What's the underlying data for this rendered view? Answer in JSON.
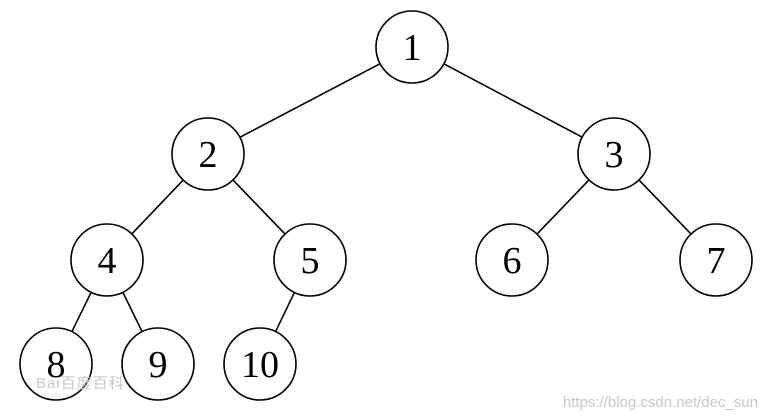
{
  "tree": {
    "nodes": [
      {
        "id": 1,
        "label": "1"
      },
      {
        "id": 2,
        "label": "2"
      },
      {
        "id": 3,
        "label": "3"
      },
      {
        "id": 4,
        "label": "4"
      },
      {
        "id": 5,
        "label": "5"
      },
      {
        "id": 6,
        "label": "6"
      },
      {
        "id": 7,
        "label": "7"
      },
      {
        "id": 8,
        "label": "8"
      },
      {
        "id": 9,
        "label": "9"
      },
      {
        "id": 10,
        "label": "10"
      }
    ],
    "edges": [
      {
        "from": 1,
        "to": 2
      },
      {
        "from": 1,
        "to": 3
      },
      {
        "from": 2,
        "to": 4
      },
      {
        "from": 2,
        "to": 5
      },
      {
        "from": 3,
        "to": 6
      },
      {
        "from": 3,
        "to": 7
      },
      {
        "from": 4,
        "to": 8
      },
      {
        "from": 4,
        "to": 9
      },
      {
        "from": 5,
        "to": 10
      }
    ]
  },
  "watermark": {
    "logo_text": "Bai百度百科",
    "url_text": "https://blog.csdn.net/dec_sun"
  }
}
